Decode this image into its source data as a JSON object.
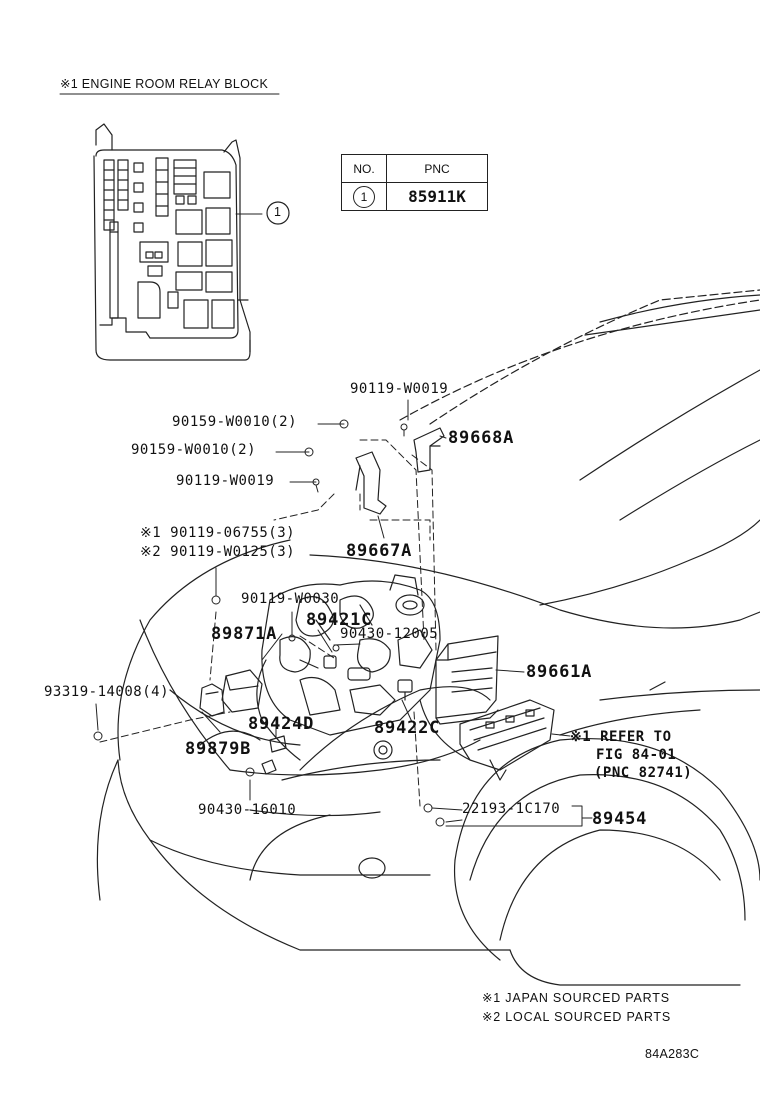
{
  "header": {
    "relay_block_title": "※1 ENGINE ROOM RELAY BLOCK"
  },
  "pnc_table": {
    "col_no": "NO.",
    "col_pnc": "PNC",
    "rows": [
      {
        "no": "1",
        "pnc": "85911K"
      }
    ]
  },
  "callout_marker": "1",
  "parts": {
    "p90119_w0019_top": "90119-W0019",
    "p90159_w0010_a": "90159-W0010(2)",
    "p90159_w0010_b": "90159-W0010(2)",
    "p89668a": "89668A",
    "p90119_w0019_mid": "90119-W0019",
    "p90119_06755": "※1 90119-06755(3)",
    "p90119_w0125": "※2 90119-W0125(3)",
    "p89667a": "89667A",
    "p90119_w0030": "90119-W0030",
    "p89421c": "89421C",
    "p89871a": "89871A",
    "p90430_12005": "90430-12005",
    "p89661a": "89661A",
    "p93319_14008": "93319-14008(4)",
    "p89424d": "89424D",
    "p89422c": "89422C",
    "p89879b": "89879B",
    "refer_1": "※1 REFER TO",
    "refer_2": "FIG 84-01",
    "refer_3": "(PNC 82741)",
    "p90430_16010": "90430-16010",
    "p22193_1c170": "22193-1C170",
    "p89454": "89454"
  },
  "legend": {
    "note_1": "※1 JAPAN SOURCED PARTS",
    "note_2": "※2 LOCAL SOURCED PARTS"
  },
  "figure_code": "84A283C"
}
